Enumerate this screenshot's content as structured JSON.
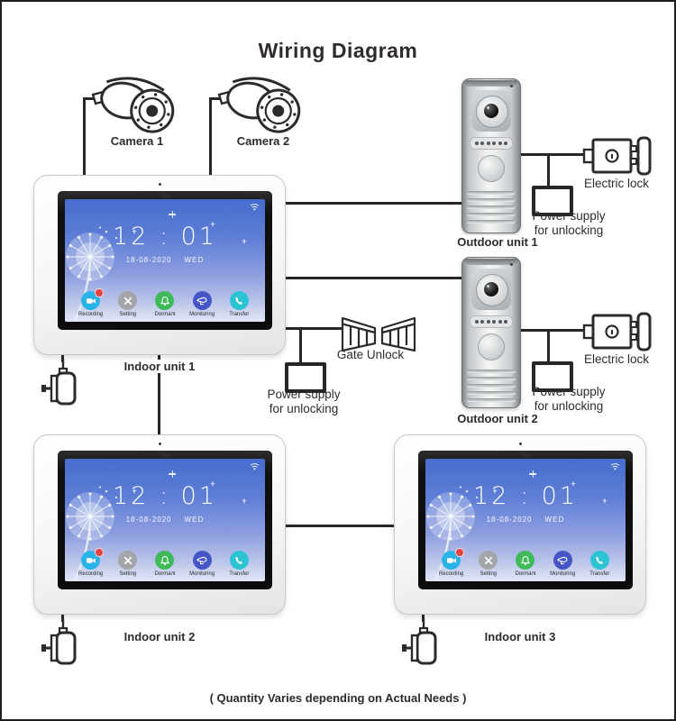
{
  "title": "Wiring Diagram",
  "footer": "( Quantity Varies depending on Actual Needs )",
  "cameras": [
    {
      "label": "Camera 1"
    },
    {
      "label": "Camera 2"
    }
  ],
  "indoor_units": [
    {
      "label": "Indoor unit 1"
    },
    {
      "label": "Indoor unit 2"
    },
    {
      "label": "Indoor unit 3"
    }
  ],
  "outdoor_units": [
    {
      "label": "Outdoor unit 1"
    },
    {
      "label": "Outdoor unit 2"
    }
  ],
  "labels": {
    "electric_lock": "Electric lock",
    "power_supply_line1": "Power supply",
    "power_supply_line2": "for unlocking",
    "gate_unlock": "Gate Unlock"
  },
  "screen": {
    "time": "12 : 01",
    "date": "18-08-2020",
    "day": "WED",
    "badge_color": "#e5403a",
    "apps": [
      {
        "label": "Recording",
        "color": "#29b4e8",
        "icon": "video-camera-icon"
      },
      {
        "label": "Setting",
        "color": "#a3a5a8",
        "icon": "tools-icon"
      },
      {
        "label": "Dormant",
        "color": "#3fba58",
        "icon": "bell-icon"
      },
      {
        "label": "Monitoring",
        "color": "#4456c6",
        "icon": "cctv-icon"
      },
      {
        "label": "Transfer",
        "color": "#2cc3d4",
        "icon": "phone-icon"
      }
    ]
  }
}
